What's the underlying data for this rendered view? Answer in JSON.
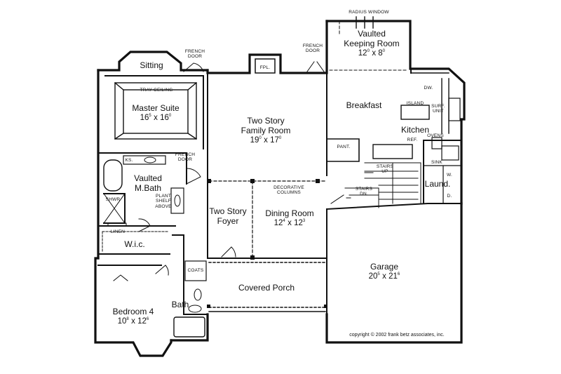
{
  "rooms": {
    "keeping": {
      "name_l1": "Vaulted",
      "name_l2": "Keeping Room",
      "dim_w": "12",
      "dim_w_sup": "0",
      "dim_h": "8",
      "dim_h_sup": "0"
    },
    "sitting": {
      "name": "Sitting"
    },
    "master": {
      "name": "Master Suite",
      "dim_w": "16",
      "dim_w_sup": "5",
      "dim_h": "16",
      "dim_h_sup": "0"
    },
    "family": {
      "name_l1": "Two Story",
      "name_l2": "Family Room",
      "dim_w": "19",
      "dim_w_sup": "0",
      "dim_h": "17",
      "dim_h_sup": "0"
    },
    "breakfast": {
      "name": "Breakfast"
    },
    "kitchen": {
      "name": "Kitchen"
    },
    "mbath": {
      "name_l1": "Vaulted",
      "name_l2": "M.Bath"
    },
    "foyer": {
      "name_l1": "Two Story",
      "name_l2": "Foyer"
    },
    "dining": {
      "name": "Dining Room",
      "dim_w": "12",
      "dim_w_sup": "4",
      "dim_h": "12",
      "dim_h_sup": "3"
    },
    "garage": {
      "name": "Garage",
      "dim_w": "20",
      "dim_w_sup": "5",
      "dim_h": "21",
      "dim_h_sup": "6"
    },
    "wic": {
      "name": "W.i.c."
    },
    "porch": {
      "name": "Covered Porch"
    },
    "bedroom4": {
      "name": "Bedroom 4",
      "dim_w": "10",
      "dim_w_sup": "8",
      "dim_h": "12",
      "dim_h_sup": "6"
    },
    "bath": {
      "name": "Bath"
    },
    "laundry": {
      "name": "Laund."
    }
  },
  "notes": {
    "radius_window": "RADIUS WINDOW",
    "french_door_1_l1": "FRENCH",
    "french_door_1_l2": "DOOR",
    "french_door_2_l1": "FRENCH",
    "french_door_2_l2": "DOOR",
    "french_door_3_l1": "FRENCH",
    "french_door_3_l2": "DOOR",
    "fireplace": "FPL.",
    "tray_ceiling": "TRAY CEILING",
    "dishwasher": "DW.",
    "island": "ISLAND",
    "surf_unit_l1": "SURF.",
    "surf_unit_l2": "UNIT",
    "ovens": "OVENS",
    "refrigerator": "REF.",
    "pantry": "PANT.",
    "sink": "SINK",
    "stairs_up": "STAIRS",
    "up": "UP",
    "stairs_dn": "STAIRS",
    "dn": "DN.",
    "ks": "KS.",
    "shower": "SHWR",
    "plant_shelf_l1": "PLANT",
    "plant_shelf_l2": "SHELF",
    "plant_shelf_l3": "ABOVE",
    "linen": "LINEN",
    "decorative_columns_l1": "DECORATIVE",
    "decorative_columns_l2": "COLUMNS",
    "coats": "COATS",
    "washer": "W.",
    "dryer": "D."
  },
  "copyright": "copyright © 2002 frank betz associates, inc."
}
